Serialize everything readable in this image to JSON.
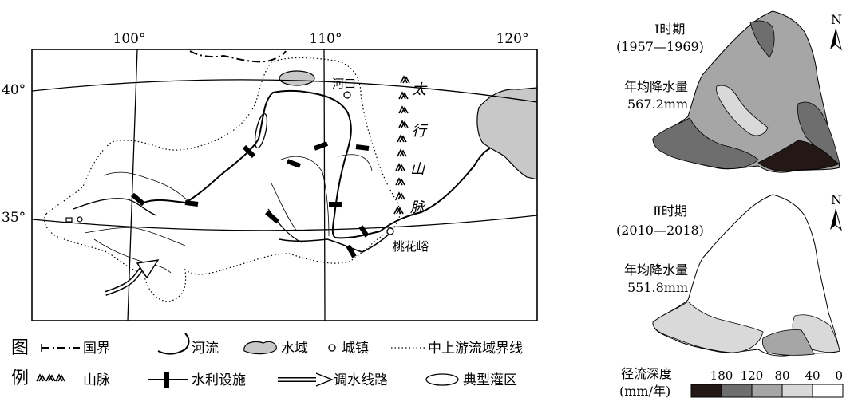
{
  "main_map": {
    "longitude_labels": [
      "100°",
      "110°",
      "120°"
    ],
    "latitude_labels": [
      "40°",
      "35°"
    ],
    "mountain": {
      "chars": [
        "太",
        "行",
        "山",
        "脉"
      ]
    },
    "towns": {
      "hekou": "河口",
      "taohuayu": "桃花峪"
    }
  },
  "legend": {
    "title_chars": [
      "图",
      "例"
    ],
    "items": {
      "border": "国界",
      "river": "河流",
      "water": "水域",
      "town": "城镇",
      "basin_line": "中上游流域界线",
      "mountain": "山脉",
      "facility": "水利设施",
      "diversion": "调水线路",
      "irrigation": "典型灌区"
    }
  },
  "period1": {
    "title": "Ⅰ时期",
    "years": "(1957—1969)",
    "precip_label": "年均降水量",
    "precip_value": "567.2mm",
    "north": "N"
  },
  "period2": {
    "title": "Ⅱ时期",
    "years": "(2010—2018)",
    "precip_label": "年均降水量",
    "precip_value": "551.8mm",
    "north": "N"
  },
  "runoff_legend": {
    "title": "径流深度",
    "unit": "(mm/年)",
    "ticks": [
      "180",
      "120",
      "80",
      "40",
      "0"
    ],
    "colors": [
      "#231816",
      "#6e6e6e",
      "#a6a6a6",
      "#d9d9d9",
      "#ffffff"
    ]
  }
}
